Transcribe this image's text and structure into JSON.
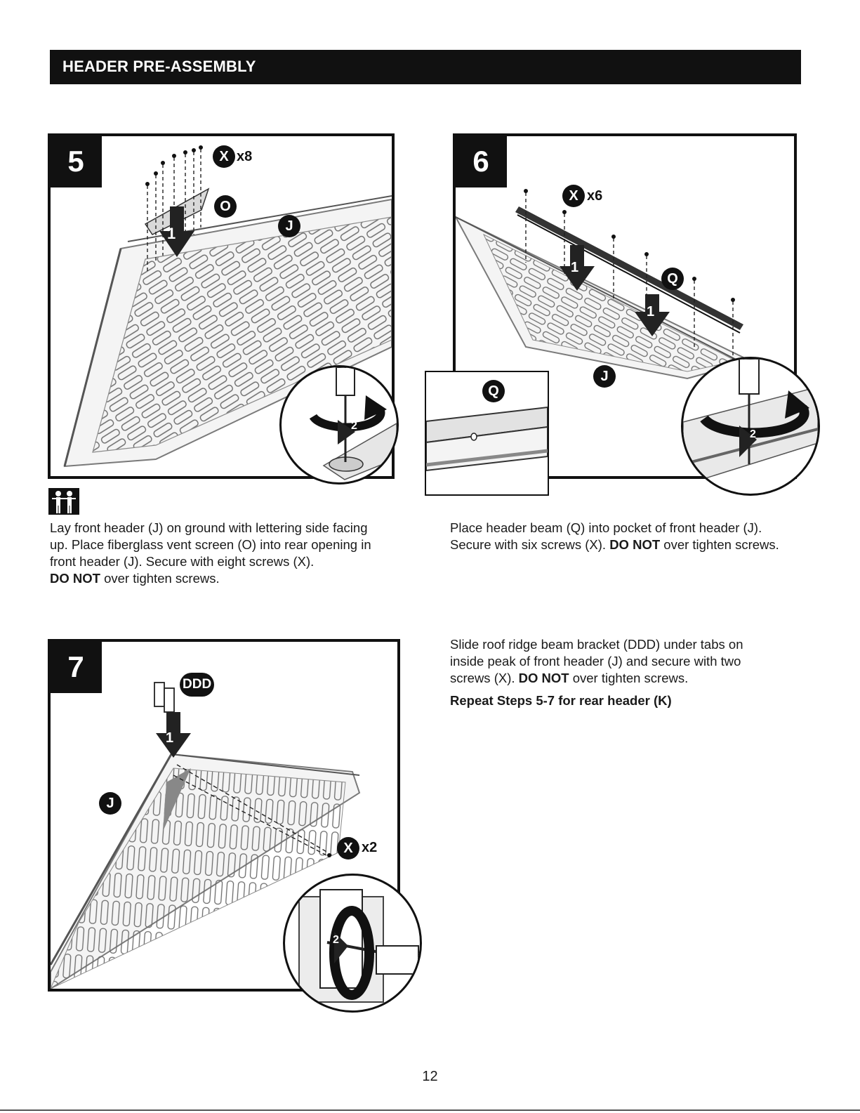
{
  "header": {
    "title": "HEADER PRE-ASSEMBLY"
  },
  "step5": {
    "number": "5",
    "parts": {
      "screw_letter": "X",
      "screw_qty": "x8",
      "screen_letter": "O",
      "header_letter": "J"
    },
    "arrow1": "1",
    "arrow2": "2",
    "people_icon": "two-person-icon",
    "text_lines": [
      "Lay front header (J) on ground with lettering side facing",
      "up. Place fiberglass vent screen (O) into rear opening in",
      "front header (J). Secure with eight screws (X)."
    ],
    "warning_bold": "DO NOT",
    "warning_rest": " over tighten screws."
  },
  "step6": {
    "number": "6",
    "parts": {
      "screw_letter": "X",
      "screw_qty": "x6",
      "beam_letter": "Q",
      "header_letter": "J",
      "inset_letter": "Q"
    },
    "arrow1": "1",
    "arrow2": "2",
    "text_line1": "Place header beam (Q) into pocket of front header (J).",
    "text_line2_pre": "Secure with six screws (X). ",
    "warning_bold": "DO NOT",
    "warning_rest": " over tighten screws."
  },
  "step7": {
    "number": "7",
    "parts": {
      "bracket_letters": "DDD",
      "header_letter": "J",
      "screw_letter": "X",
      "screw_qty": "x2"
    },
    "arrow1": "1",
    "arrow2": "2",
    "text_line1": "Slide roof ridge beam bracket (DDD) under tabs on",
    "text_line2": "inside peak of front header (J) and secure with two",
    "text_line3_pre": "screws (X). ",
    "warning_bold": "DO NOT",
    "warning_rest": " over tighten screws.",
    "repeat_note": "Repeat Steps 5-7 for rear header (K)"
  },
  "footer": {
    "page_number": "12"
  }
}
